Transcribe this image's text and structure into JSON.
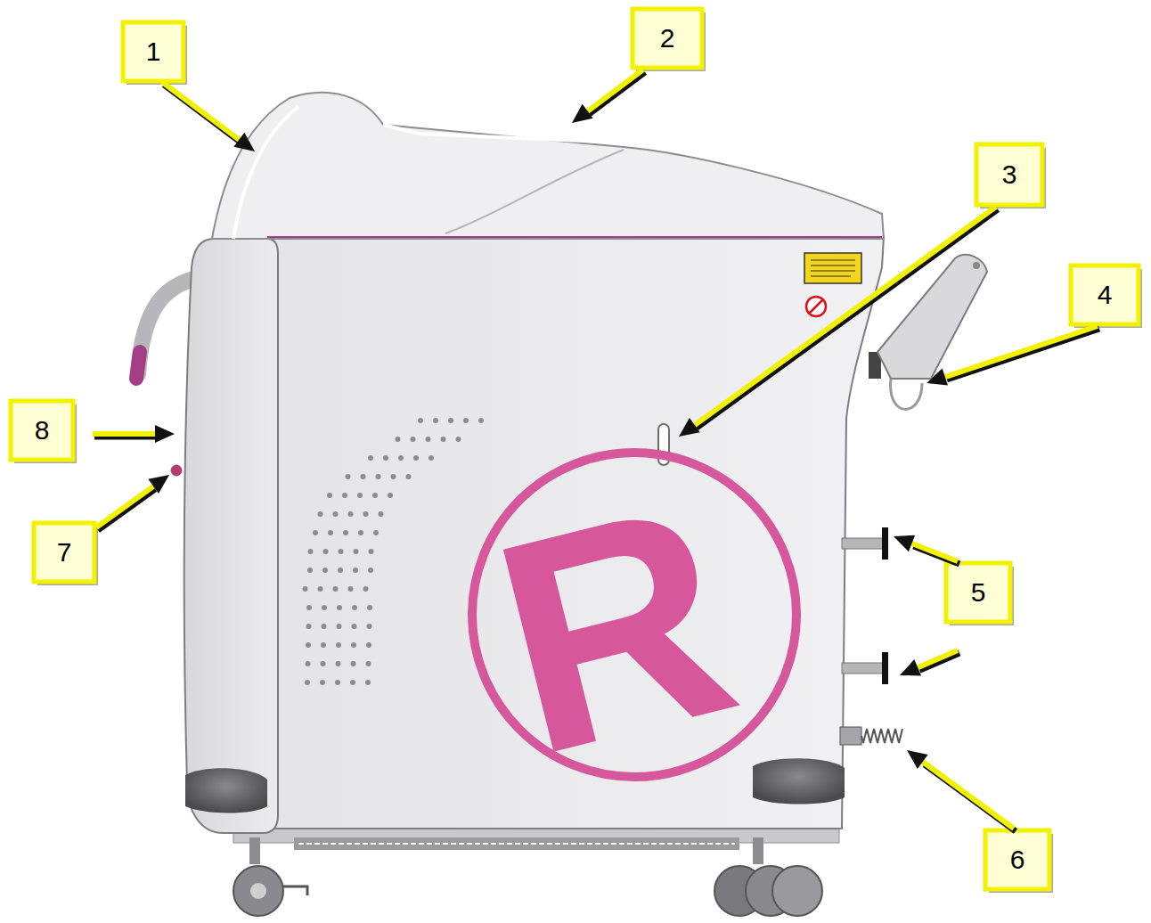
{
  "diagram": {
    "labels": [
      "1",
      "2",
      "3",
      "4",
      "5",
      "6",
      "7",
      "8",
      "R"
    ]
  }
}
